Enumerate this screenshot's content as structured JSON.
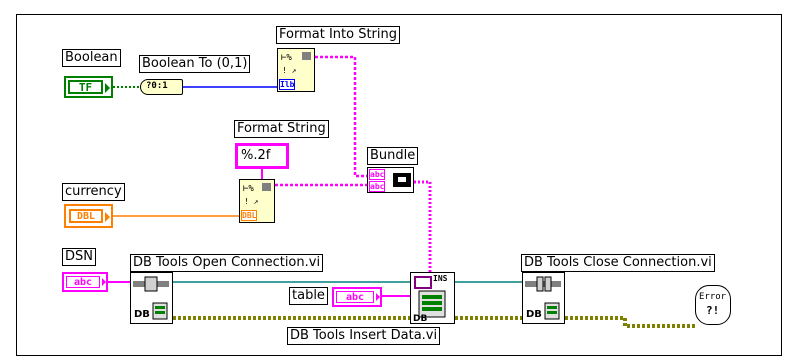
{
  "labels": {
    "boolean": "Boolean",
    "boolean_to": "Boolean To (0,1)",
    "format_into_string": "Format Into String",
    "format_string": "Format String",
    "bundle": "Bundle",
    "currency": "currency",
    "dsn": "DSN",
    "open_connection": "DB Tools Open Connection.vi",
    "close_connection": "DB Tools Close Connection.vi",
    "insert_data": "DB Tools Insert Data.vi",
    "table": "table"
  },
  "terminals": {
    "bool_text": "TF",
    "bool_to_text": "?0:1",
    "dbl_text": "DBL",
    "dsn_text": "abc",
    "table_text": "abc",
    "format_value": "%.2f",
    "ilb": "Ilb",
    "dbl_small": "DBL",
    "abc1": "abc",
    "abc2": "abc",
    "ins": "INS",
    "db1": "DB",
    "db2": "DB",
    "db3": "DB",
    "error": "Error",
    "error_q": "?!"
  },
  "colors": {
    "boolean_wire": "#008000",
    "integer_wire": "#0000ff",
    "string_wire": "#ff00ff",
    "double_wire": "#ff8000",
    "refnum_wire": "#008080",
    "error_wire": "#808000"
  }
}
